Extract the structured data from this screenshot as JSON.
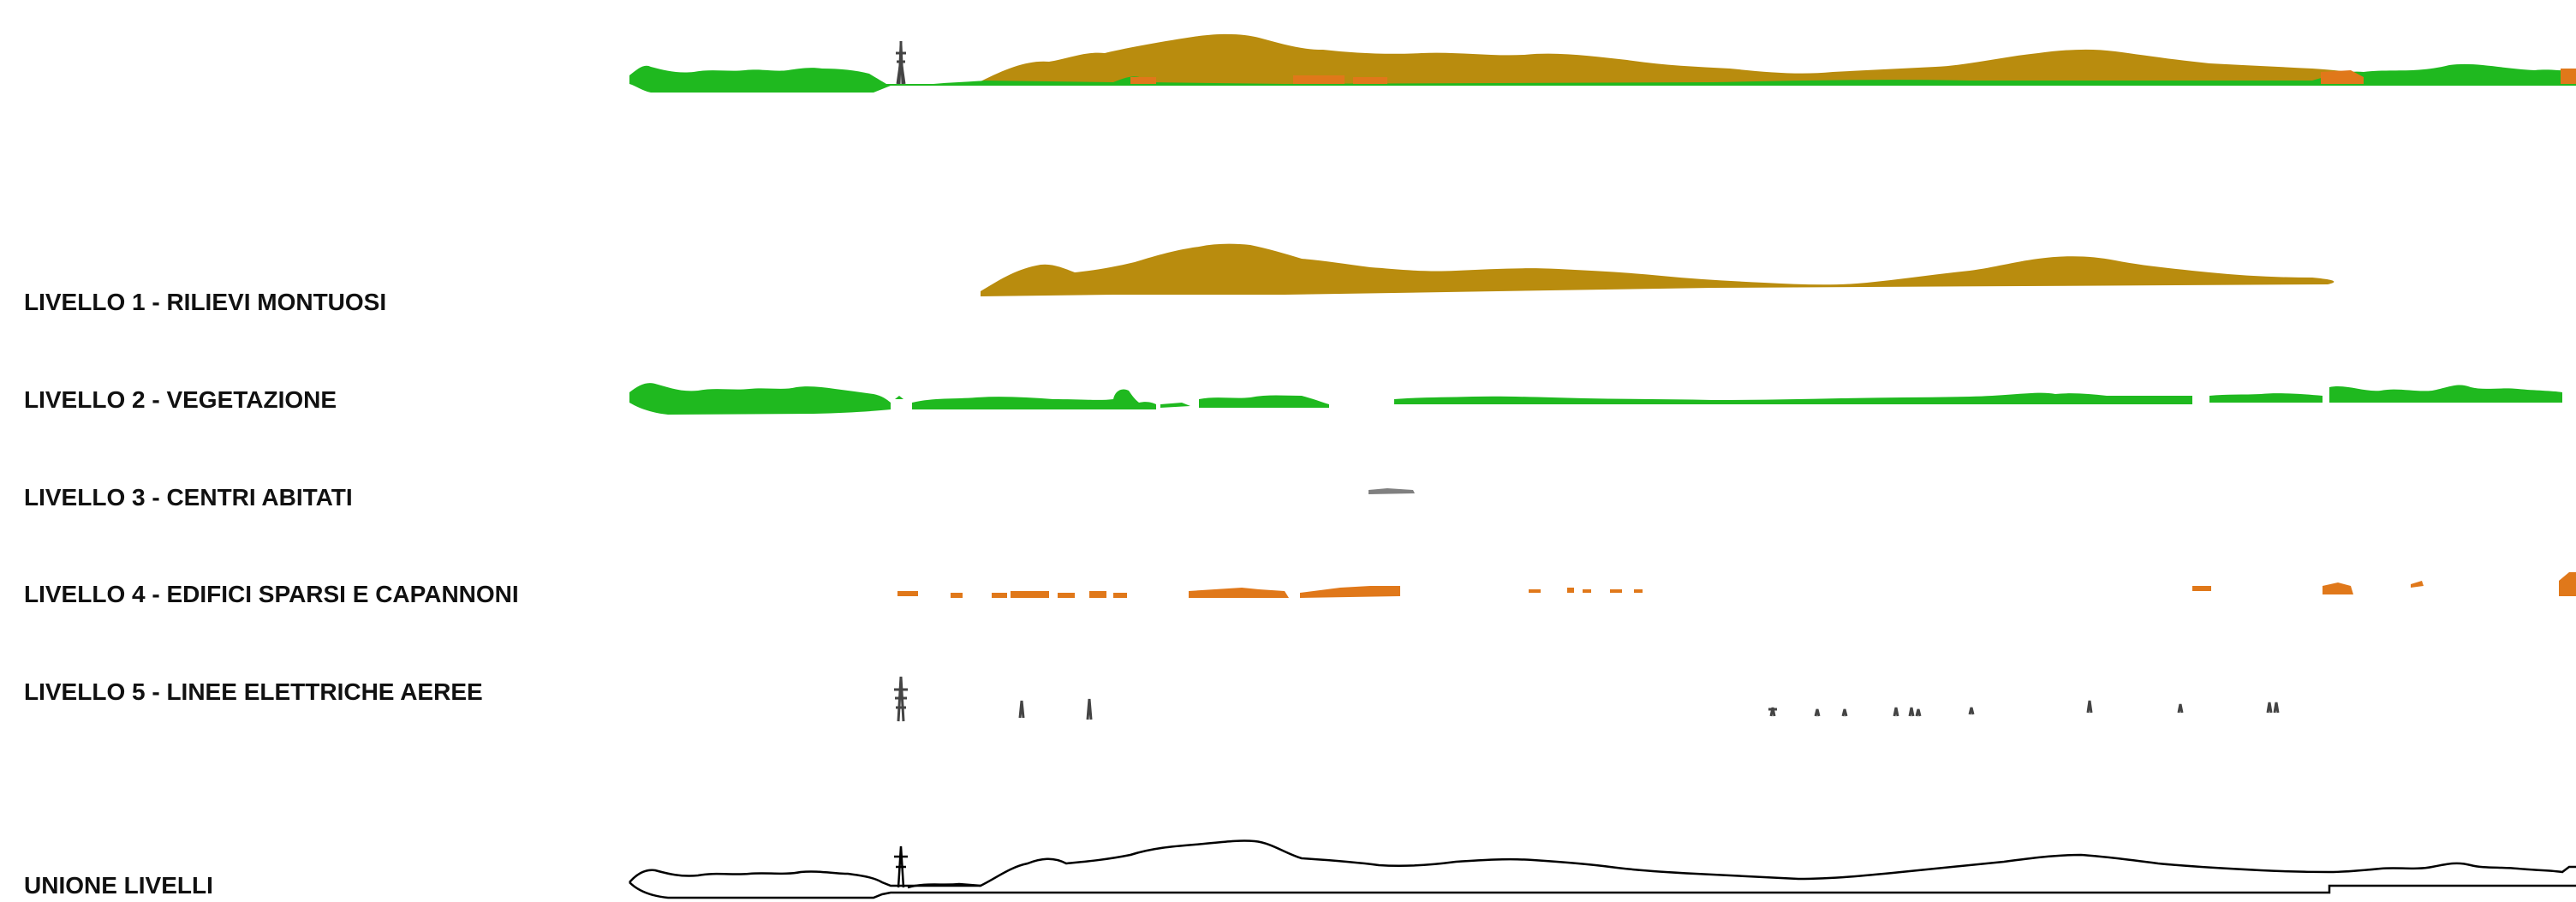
{
  "labels": {
    "level1": "LIVELLO 1 - RILIEVI MONTUOSI",
    "level2": "LIVELLO 2 - VEGETAZIONE",
    "level3": "LIVELLO 3 - CENTRI ABITATI",
    "level4": "LIVELLO 4 - EDIFICI SPARSI E CAPANNONI",
    "level5": "LIVELLO 5 - LINEE ELETTRICHE AEREE",
    "union": "UNIONE LIVELLI"
  },
  "colors": {
    "mountains": "#b98c0e",
    "vegetation": "#1fb91f",
    "towns": "#808080",
    "buildings": "#e0781a",
    "power_lines": "#444444",
    "union_outline": "#000000"
  }
}
